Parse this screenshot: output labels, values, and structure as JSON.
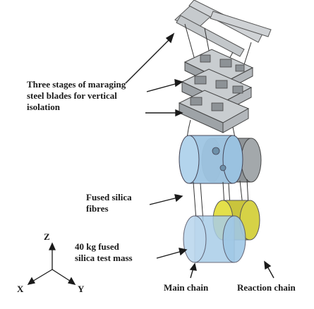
{
  "labels": {
    "blades_line1": "Three stages of maraging",
    "blades_line2": "steel blades for vertical",
    "blades_line3": "isolation",
    "fibres_line1": "Fused silica",
    "fibres_line2": "fibres",
    "mass_line1": "40 kg fused",
    "mass_line2": "silica test mass",
    "main_chain": "Main chain",
    "reaction_chain": "Reaction chain"
  },
  "axes": {
    "z": "Z",
    "x": "X",
    "y": "Y"
  },
  "colors": {
    "metal": "#bfc3c7",
    "metal_dark": "#7d8387",
    "test_mass": "#a9cde8",
    "reaction_mass": "#e4e04a",
    "line": "#222222"
  }
}
